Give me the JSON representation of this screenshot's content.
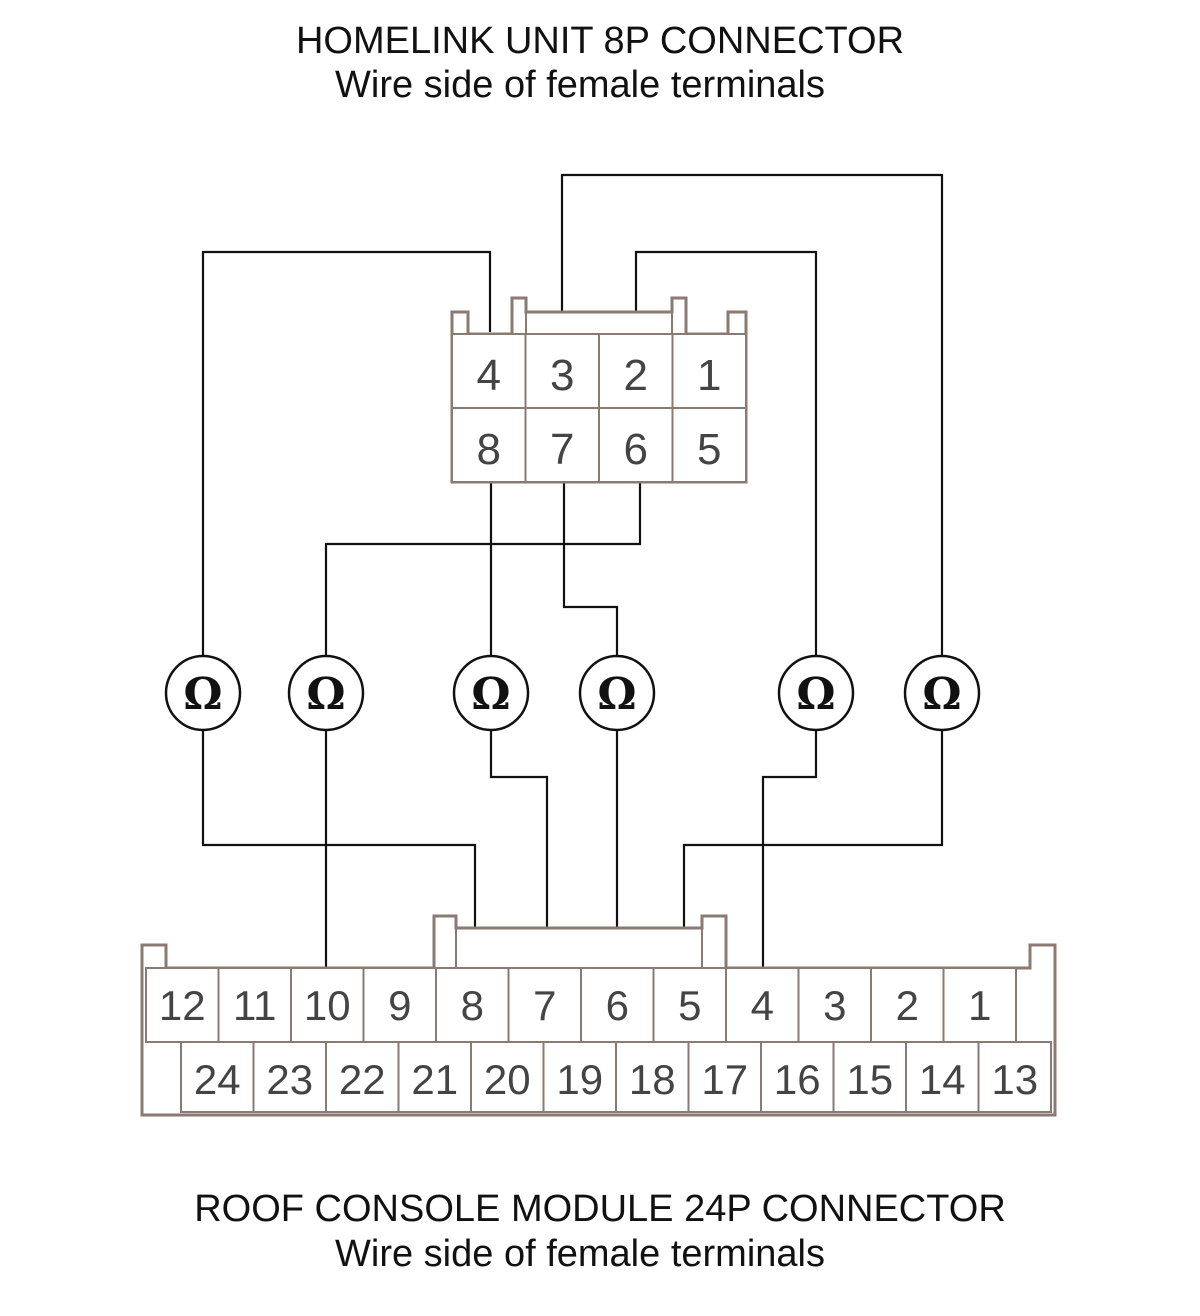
{
  "diagram": {
    "top_connector": {
      "title": "HOMELINK UNIT 8P CONNECTOR",
      "subtitle": "Wire side of female terminals",
      "row1": [
        "4",
        "3",
        "2",
        "1"
      ],
      "row2": [
        "8",
        "7",
        "6",
        "5"
      ]
    },
    "bottom_connector": {
      "title": "ROOF CONSOLE MODULE 24P CONNECTOR",
      "subtitle": "Wire side of female terminals",
      "row1": [
        "12",
        "11",
        "10",
        "9",
        "8",
        "7",
        "6",
        "5",
        "4",
        "3",
        "2",
        "1"
      ],
      "row2": [
        "24",
        "23",
        "22",
        "21",
        "20",
        "19",
        "18",
        "17",
        "16",
        "15",
        "14",
        "13"
      ]
    },
    "ohmmeters": [
      {
        "symbol": "Ω",
        "from_8p": "4",
        "to_24p": "8"
      },
      {
        "symbol": "Ω",
        "from_8p": "6",
        "to_24p": "10"
      },
      {
        "symbol": "Ω",
        "from_8p": "8",
        "to_24p": "7"
      },
      {
        "symbol": "Ω",
        "from_8p": "7",
        "to_24p": "6"
      },
      {
        "symbol": "Ω",
        "from_8p": "2",
        "to_24p": "4"
      },
      {
        "symbol": "Ω",
        "from_8p": "3",
        "to_24p": "5"
      }
    ]
  }
}
